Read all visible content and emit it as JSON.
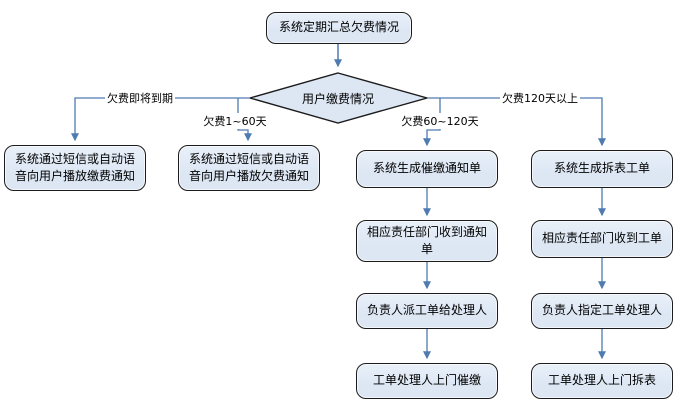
{
  "flow": {
    "start": "系统定期汇总欠费情况",
    "decision": "用户缴费情况",
    "branches": [
      {
        "label": "欠费即将到期",
        "steps": [
          "系统通过短信或自动语音向用户播放缴费通知"
        ]
      },
      {
        "label": "欠费1~60天",
        "steps": [
          "系统通过短信或自动语音向用户播放欠费通知"
        ]
      },
      {
        "label": "欠费60~120天",
        "steps": [
          "系统生成催缴通知单",
          "相应责任部门收到通知单",
          "负责人派工单给处理人",
          "工单处理人上门催缴"
        ]
      },
      {
        "label": "欠费120天以上",
        "steps": [
          "系统生成拆表工单",
          "相应责任部门收到工单",
          "负责人指定工单处理人",
          "工单处理人上门拆表"
        ]
      }
    ],
    "colors": {
      "node_fill": "#dde7f4",
      "node_border": "#1c1c1c",
      "connector": "#4f7bb0",
      "background": "#ffffff",
      "text": "#000000"
    }
  }
}
